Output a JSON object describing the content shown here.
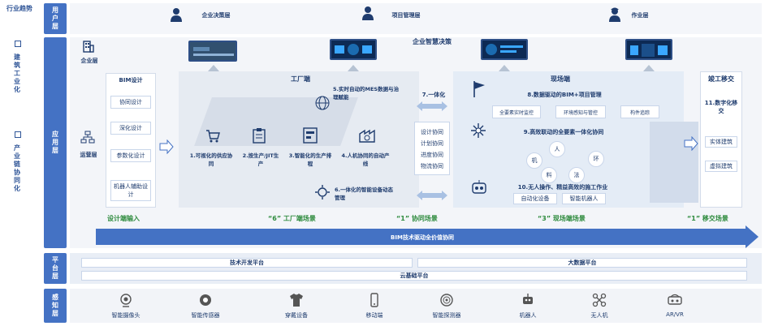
{
  "left_labels": {
    "trend": "行业趋势",
    "industrialization": "建筑工业化",
    "collaboration": "产业链协同化"
  },
  "layers": {
    "user": "用户层",
    "application": "应用层",
    "platform": "平台层",
    "perception": "感知层"
  },
  "user_roles": [
    "企业决策层",
    "项目管理层",
    "作业层"
  ],
  "enterprise_decision": "企业智慧决策",
  "enterprise_layer": "企业层",
  "operation_layer": "运营层",
  "bim_design": {
    "title": "BIM设计",
    "items": [
      "协同设计",
      "深化设计",
      "参数化设计",
      "机器人辅助设计"
    ],
    "footer": "设计端输入"
  },
  "factory": {
    "title": "工厂端",
    "top_item": "5.实时自动的MES数据与治理赋能",
    "items": [
      "1.可视化的供应协同",
      "2.按生产/JIT生产",
      "3.智能化的生产排程",
      "4.人机协同的自动产线"
    ],
    "bottom_item": "6.一体化的智能设备动态管理",
    "footer": "“6” 工厂端场景"
  },
  "integration": {
    "title": "7.一体化",
    "items": [
      "设计协同",
      "计划协同",
      "进度协同",
      "物流协同"
    ],
    "footer": "“1” 协同场景"
  },
  "site": {
    "title": "现场端",
    "item8": "8.数据驱动的BIM+项目管理",
    "sub8": [
      "全要素实时监控",
      "环境感知与管控",
      "构件追踪"
    ],
    "item9": "9.高效联动的全要素一体化协同",
    "circles": [
      "人",
      "机",
      "料",
      "法",
      "环"
    ],
    "item10": "10.无人操作、精益高效的施工作业",
    "sub10": [
      "自动化设备",
      "智能机器人"
    ],
    "footer": "“3” 现场端场景"
  },
  "completion": {
    "title": "竣工移交",
    "item": "11.数字化移交",
    "sub": [
      "实体建筑",
      "虚拟建筑"
    ],
    "footer": "“1” 移交场景"
  },
  "bim_bar": "BIM技术驱动全价值协同",
  "platforms": {
    "tech": "技术开发平台",
    "bigdata": "大数据平台",
    "cloud": "云基础平台"
  },
  "devices": [
    "智能摄像头",
    "智能传感器",
    "穿戴设备",
    "移动端",
    "智能探测器",
    "机器人",
    "无人机",
    "AR/VR"
  ]
}
